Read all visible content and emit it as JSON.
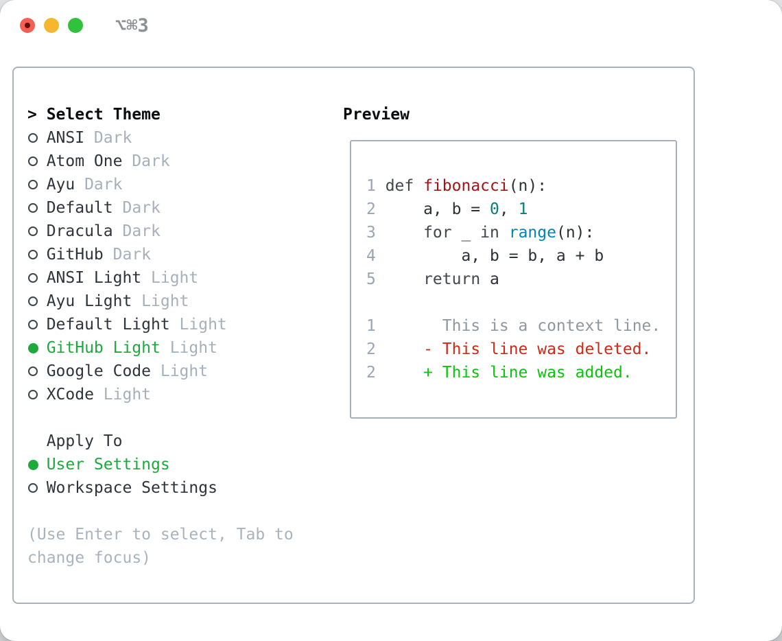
{
  "window": {
    "title": "⌥⌘3",
    "traffic_lights": {
      "close": "red-with-dot",
      "minimize": "yellow",
      "zoom": "green"
    }
  },
  "theme_selector": {
    "header": {
      "indicator": ">",
      "label": "Select Theme"
    },
    "themes": [
      {
        "name": "ANSI",
        "variant": "Dark",
        "selected": false
      },
      {
        "name": "Atom One",
        "variant": "Dark",
        "selected": false
      },
      {
        "name": "Ayu",
        "variant": "Dark",
        "selected": false
      },
      {
        "name": "Default",
        "variant": "Dark",
        "selected": false
      },
      {
        "name": "Dracula",
        "variant": "Dark",
        "selected": false
      },
      {
        "name": "GitHub",
        "variant": "Dark",
        "selected": false
      },
      {
        "name": "ANSI Light",
        "variant": "Light",
        "selected": false
      },
      {
        "name": "Ayu Light",
        "variant": "Light",
        "selected": false
      },
      {
        "name": "Default Light",
        "variant": "Light",
        "selected": false
      },
      {
        "name": "GitHub Light",
        "variant": "Light",
        "selected": true
      },
      {
        "name": "Google Code",
        "variant": "Light",
        "selected": false
      },
      {
        "name": "XCode",
        "variant": "Light",
        "selected": false
      }
    ],
    "apply_to": {
      "label": "Apply To",
      "options": [
        {
          "label": "User Settings",
          "selected": true
        },
        {
          "label": "Workspace Settings",
          "selected": false
        }
      ]
    },
    "hint": "(Use Enter to select, Tab to change focus)"
  },
  "preview": {
    "label": "Preview",
    "lines": [
      {
        "num": "1",
        "type": "code",
        "segments": [
          {
            "text": "def ",
            "style": "keyword"
          },
          {
            "text": "fibonacci",
            "style": "title"
          },
          {
            "text": "(n):",
            "style": "plain"
          }
        ]
      },
      {
        "num": "2",
        "type": "code",
        "segments": [
          {
            "text": "    a, b = ",
            "style": "plain"
          },
          {
            "text": "0",
            "style": "number"
          },
          {
            "text": ", ",
            "style": "plain"
          },
          {
            "text": "1",
            "style": "number"
          }
        ]
      },
      {
        "num": "3",
        "type": "code",
        "segments": [
          {
            "text": "    ",
            "style": "plain"
          },
          {
            "text": "for",
            "style": "keyword"
          },
          {
            "text": " _ ",
            "style": "plain"
          },
          {
            "text": "in",
            "style": "keyword"
          },
          {
            "text": " ",
            "style": "plain"
          },
          {
            "text": "range",
            "style": "builtin"
          },
          {
            "text": "(n):",
            "style": "plain"
          }
        ]
      },
      {
        "num": "4",
        "type": "code",
        "segments": [
          {
            "text": "        a, b = b, a + b",
            "style": "plain"
          }
        ]
      },
      {
        "num": "5",
        "type": "code",
        "segments": [
          {
            "text": "    ",
            "style": "plain"
          },
          {
            "text": "return",
            "style": "keyword"
          },
          {
            "text": " a",
            "style": "plain"
          }
        ]
      },
      {
        "num": "",
        "type": "blank",
        "segments": []
      },
      {
        "num": "1",
        "type": "diff-context",
        "segments": [
          {
            "text": "      This is a context line.",
            "style": "context"
          }
        ]
      },
      {
        "num": "2",
        "type": "diff-deleted",
        "segments": [
          {
            "text": "    - This line was deleted.",
            "style": "deleted"
          }
        ]
      },
      {
        "num": "2",
        "type": "diff-added",
        "segments": [
          {
            "text": "    + This line was added.",
            "style": "added"
          }
        ]
      }
    ]
  },
  "colors": {
    "plain": "#2b3137",
    "keyword": "#40474e",
    "title": "#a31515",
    "number": "#008080",
    "builtin": "#0086b3",
    "context": "#8f979f",
    "deleted": "#cc2b17",
    "added": "#0cc40c",
    "selected_green": "#1ea93c",
    "suffix_gray": "#a6b0bb",
    "panel_border": "#a9b2ba"
  }
}
